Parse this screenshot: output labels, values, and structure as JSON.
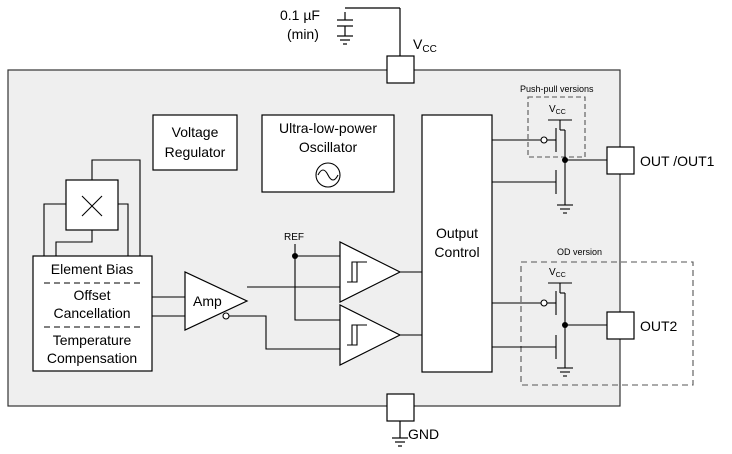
{
  "capacitor": {
    "value": "0.1 µF",
    "note": "(min)"
  },
  "pins": {
    "vcc_main": "V",
    "vcc_main_sub": "CC",
    "gnd": "GND",
    "out1": "OUT /OUT1",
    "out2": "OUT2"
  },
  "blocks": {
    "voltage_regulator": [
      "Voltage",
      "Regulator"
    ],
    "oscillator": [
      "Ultra-low-power",
      "Oscillator"
    ],
    "output_control": [
      "Output",
      "Control"
    ],
    "amp": "Amp",
    "element_bias": "Element Bias",
    "offset_cancellation": [
      "Offset",
      "Cancellation"
    ],
    "temperature_compensation": [
      "Temperature",
      "Compensation"
    ]
  },
  "labels": {
    "ref": "REF",
    "push_pull": "Push-pull versions",
    "od_version": "OD version",
    "vcc_small": "V",
    "vcc_small_sub": "CC"
  }
}
